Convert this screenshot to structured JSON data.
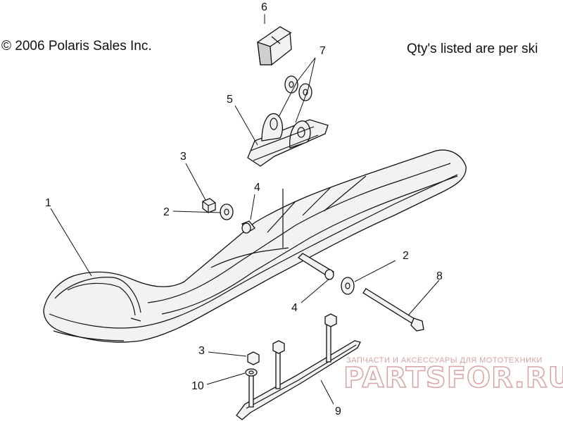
{
  "header": {
    "copyright": "© 2006 Polaris Sales Inc.",
    "qty_note": "Qty's listed are per ski"
  },
  "callouts": [
    "1",
    "2",
    "2",
    "3",
    "3",
    "4",
    "4",
    "5",
    "6",
    "7",
    "8",
    "9",
    "10"
  ],
  "watermark": {
    "tagline": "ЗАПЧАСТИ И АКСЕССУАРЫ ДЛЯ МОТОТЕХНИКИ",
    "brand": "PARTSFOR.RU",
    "color": "#d9a6a6"
  }
}
